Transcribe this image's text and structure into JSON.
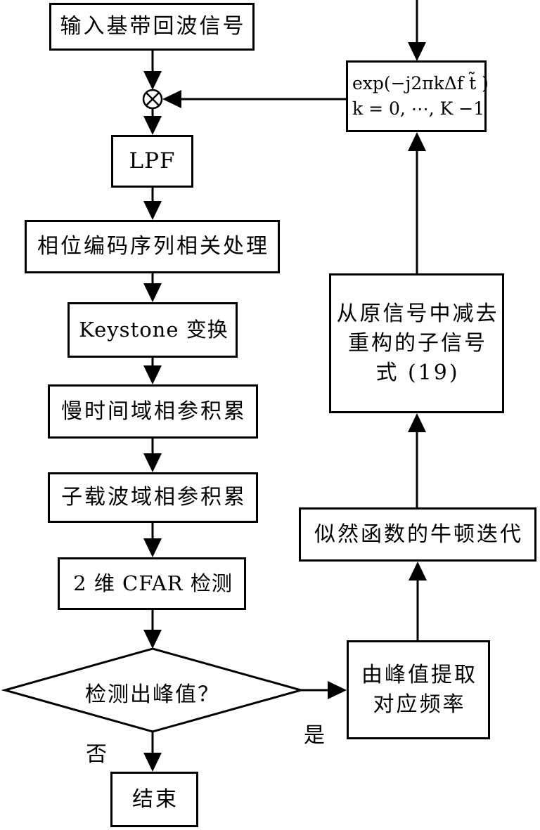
{
  "flowchart": {
    "left_column": {
      "input": "输入基带回波信号",
      "lpf": "LPF",
      "phase_corr": "相位编码序列相关处理",
      "keystone": "Keystone 变换",
      "slow_time": "慢时间域相参积累",
      "subcarrier": "子载波域相参积累",
      "cfar": "2 维 CFAR 检测",
      "decision": "检测出峰值？",
      "end": "结束"
    },
    "right_column": {
      "peak_extract_line1": "由峰值提取",
      "peak_extract_line2": "对应频率",
      "newton": "似然函数的牛顿迭代",
      "subtract_line1": "从原信号中减去",
      "subtract_line2": "重构的子信号",
      "subtract_line3": "式 (19)",
      "exp_line1": "exp(−j2πkΔf t̃ )",
      "exp_line2": "k = 0, ⋯, K −1"
    },
    "branch_labels": {
      "no": "否",
      "yes": "是"
    },
    "multiplier_symbol": "⊗"
  },
  "colors": {
    "line": "#000000",
    "box_fill": "#ffffff",
    "background": "#ffffff"
  }
}
